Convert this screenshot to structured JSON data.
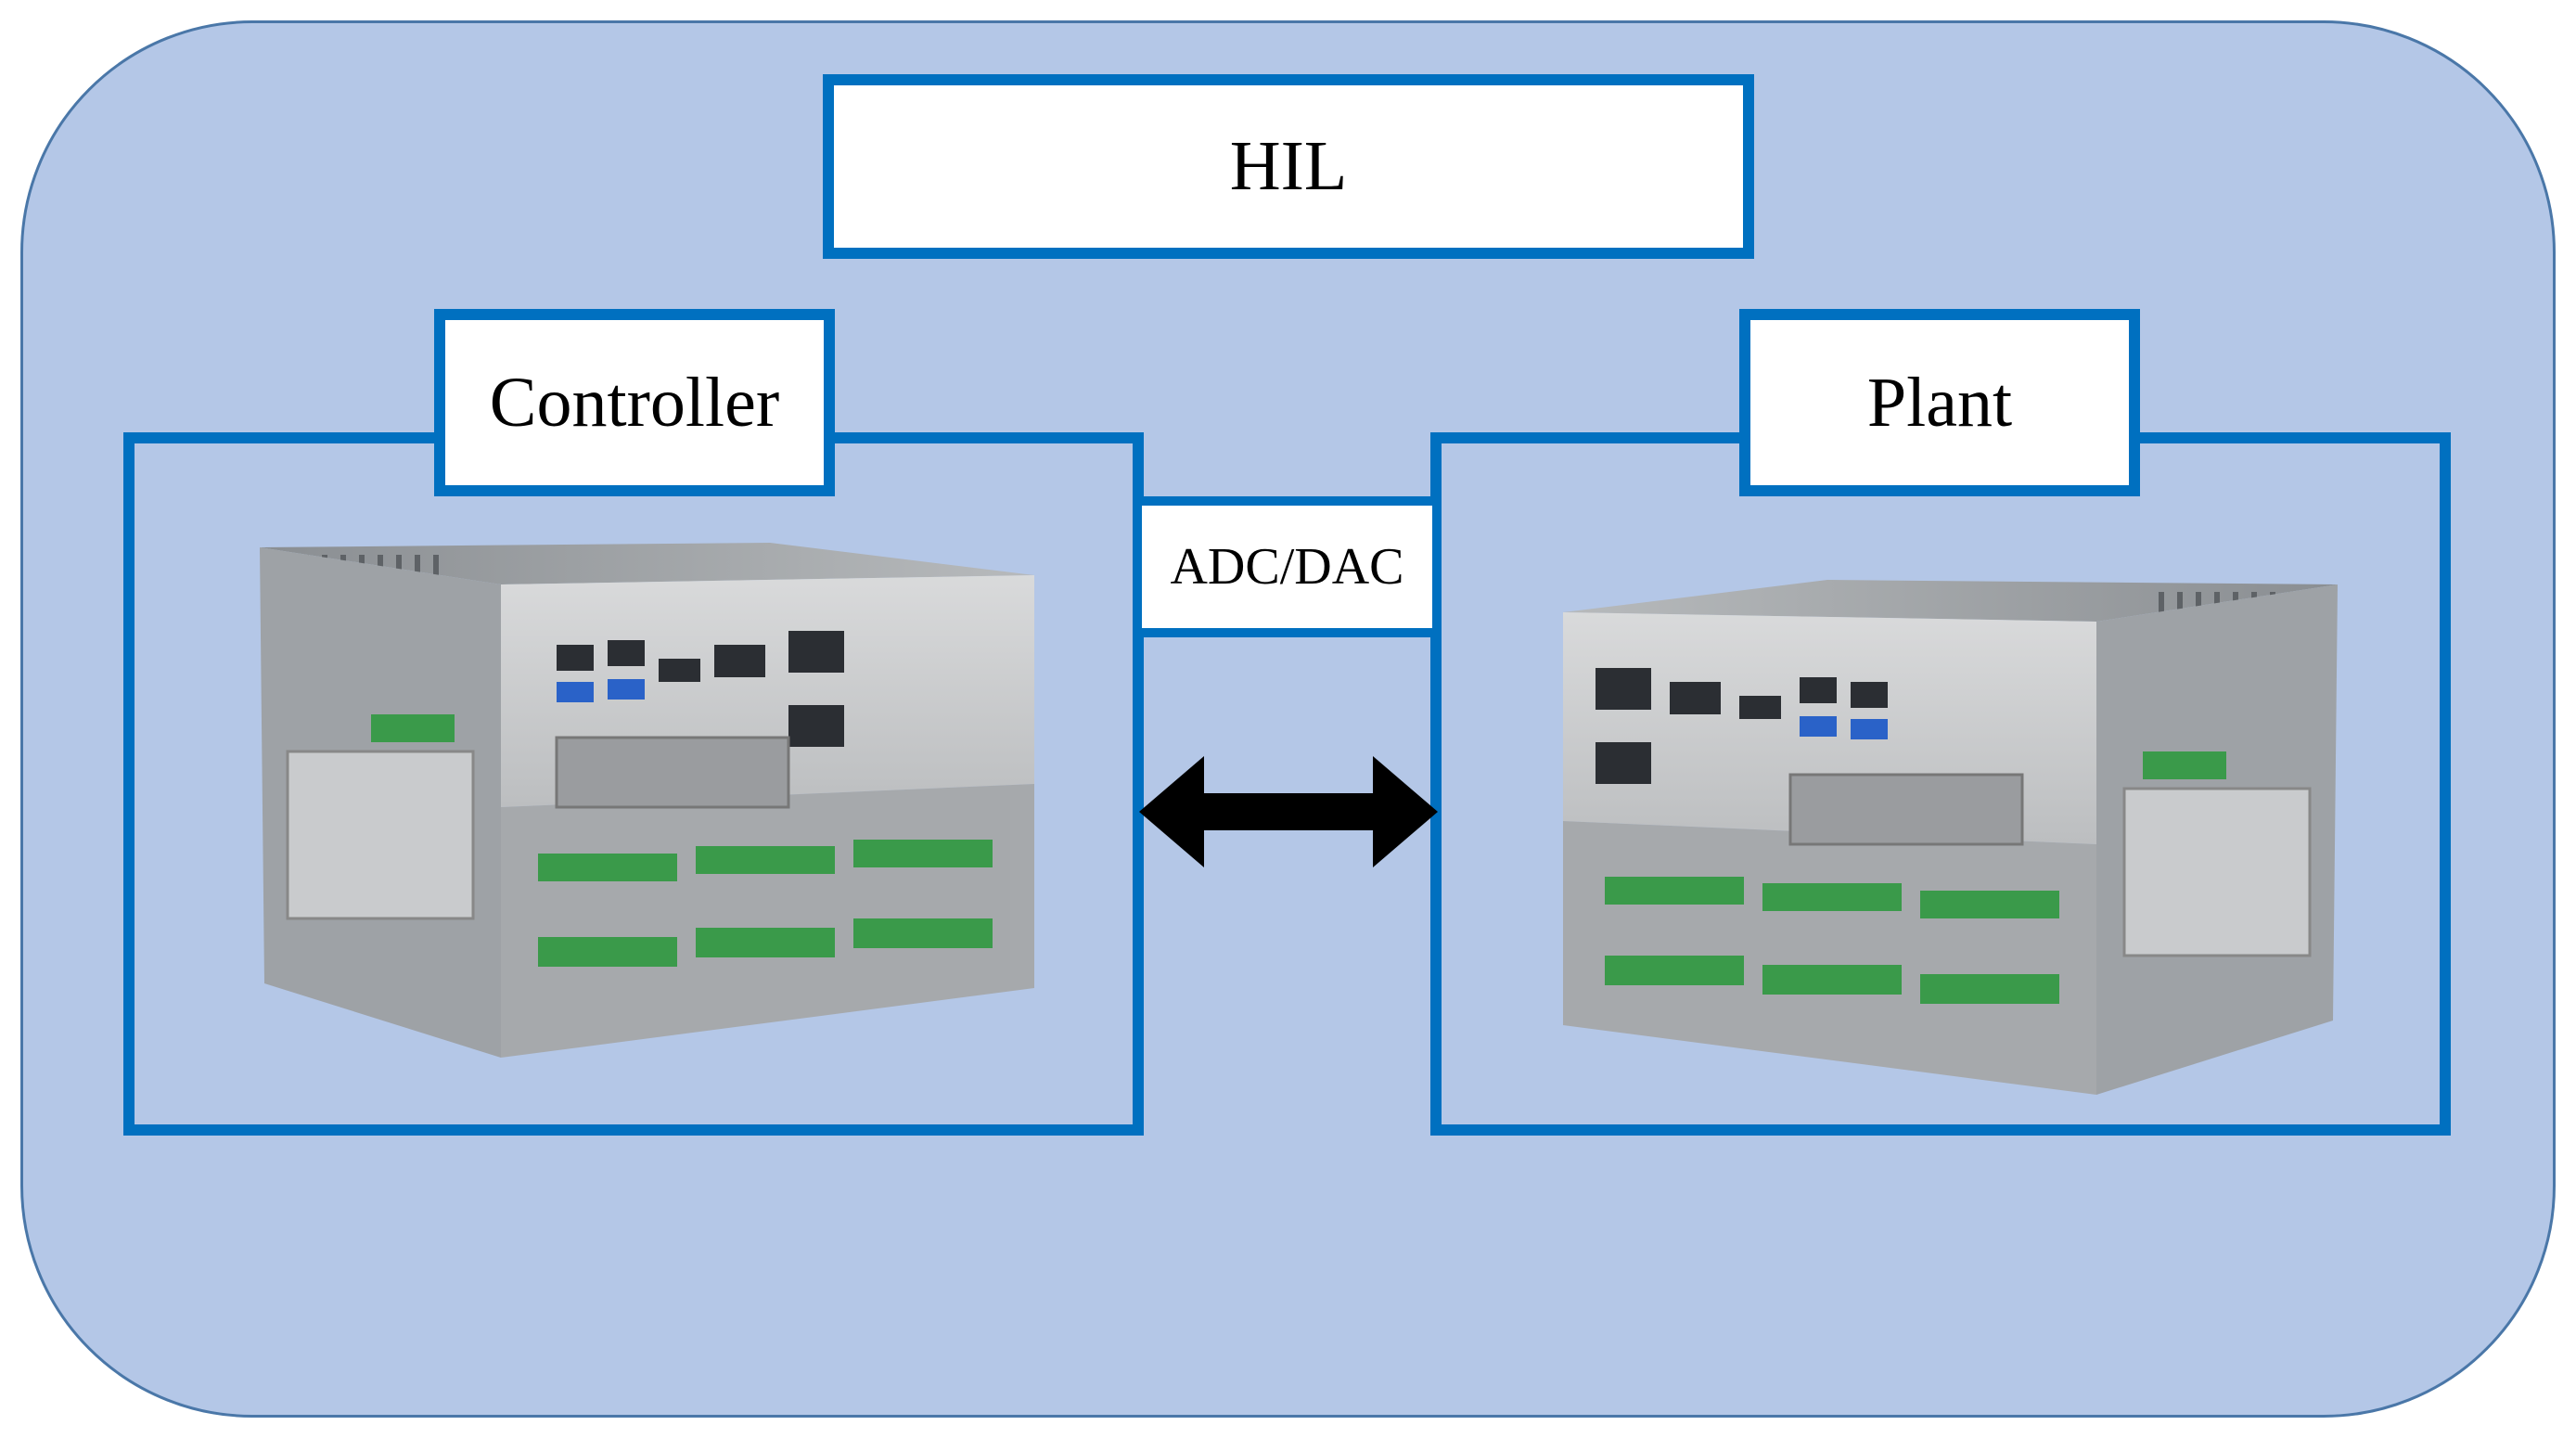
{
  "diagram": {
    "title": "HIL",
    "controller": {
      "label": "Controller",
      "image": "industrial-pc-photo"
    },
    "plant": {
      "label": "Plant",
      "image": "industrial-pc-photo"
    },
    "link": {
      "label": "ADC/DAC",
      "icon": "double-arrow-icon"
    },
    "colors": {
      "background": "#b4c7e7",
      "frame": "#0070c0",
      "outline": "#4a77a8",
      "terminal": "#3a9a4a"
    }
  }
}
